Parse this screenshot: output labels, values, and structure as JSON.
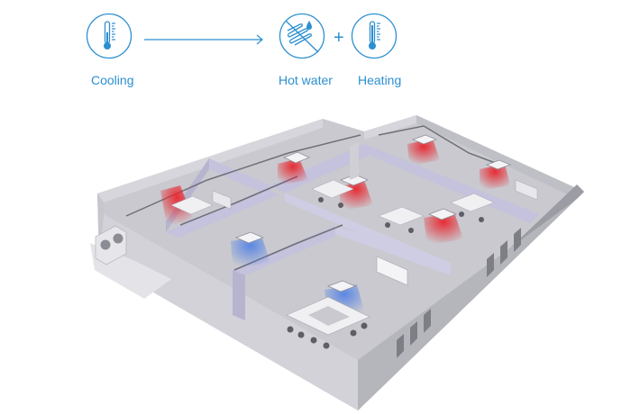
{
  "legend": {
    "cooling_label": "Cooling",
    "hot_water_label": "Hot water",
    "heating_label": "Heating",
    "plus_sign": "+"
  },
  "icons": {
    "cooling": "thermometer-icon",
    "hot_water": "radiant-coil-water-drop-icon",
    "heating": "thermometer-icon",
    "arrow": "arrow-right-icon"
  },
  "colors": {
    "accent": "#2b8fd0",
    "cooling_air": "#4f7fe6",
    "heating_air": "#e8242c",
    "wall_light": "#d6d6dc",
    "wall_dark": "#9c9ca4",
    "floor": "#c9c9cf",
    "interior_wall": "#c4c2dc"
  }
}
